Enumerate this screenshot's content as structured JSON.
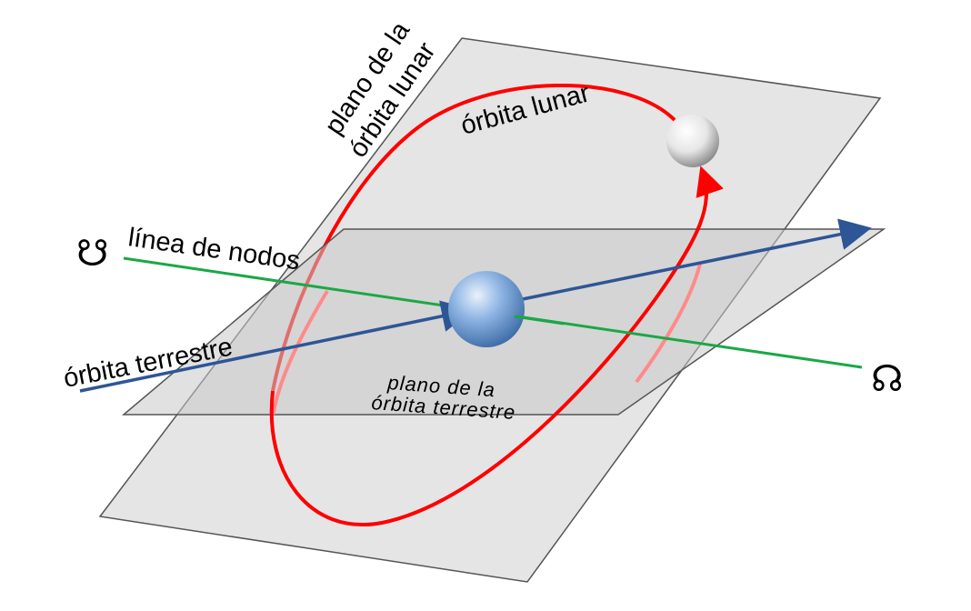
{
  "labels": {
    "lunar_plane_line1": "plano de la",
    "lunar_plane_line2": "órbita lunar",
    "lunar_orbit": "órbita lunar",
    "node_line": "línea de nodos",
    "earth_orbit": "órbita terrestre",
    "earth_plane_line1": "plano de la",
    "earth_plane_line2": "órbita terrestre"
  },
  "symbols": {
    "descending_node": "☋",
    "ascending_node": "☊"
  },
  "colors": {
    "lunar_orbit": "#ff0000",
    "node_line": "#1aa846",
    "earth_orbit": "#2e5596",
    "plane_fill": "#d9d9d9",
    "earth": "#8eb4e3",
    "moon": "#f2f2f2"
  },
  "icons": {
    "earth": "earth-sphere-icon",
    "moon": "moon-sphere-icon"
  }
}
